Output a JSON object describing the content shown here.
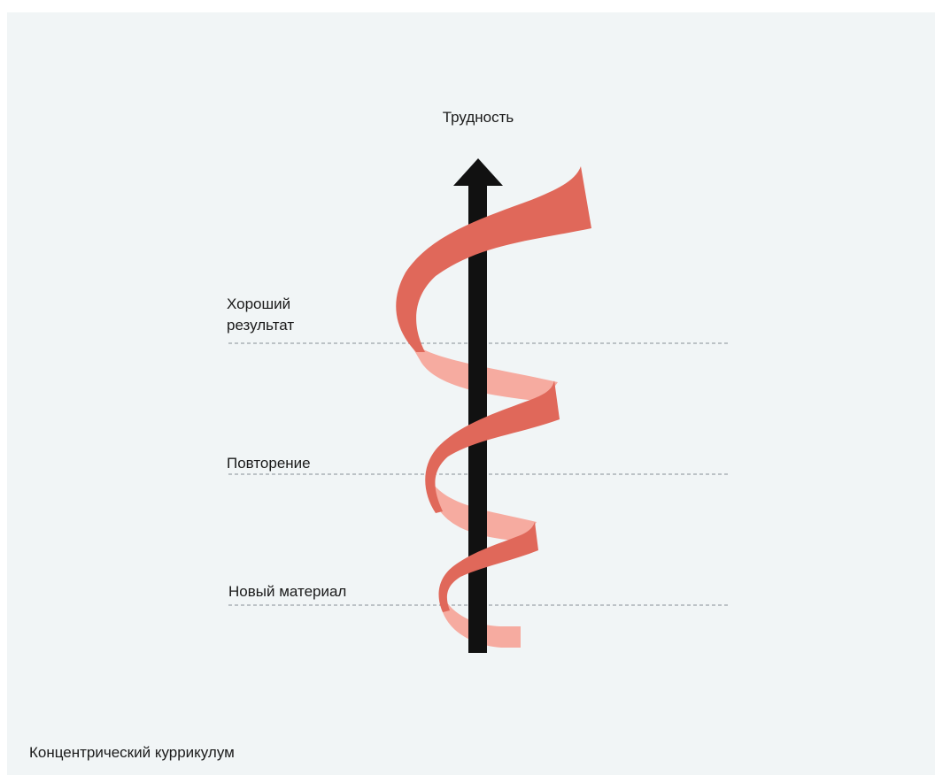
{
  "diagram": {
    "axis_title": "Трудность",
    "levels": {
      "good_result": "Хороший\nрезультат",
      "repetition": "Повторение",
      "new_material": "Новый материал"
    },
    "caption": "Концентрический куррикулум"
  },
  "colors": {
    "background": "#f1f5f6",
    "arrow": "#111111",
    "spiral_front": "#e0685a",
    "spiral_back": "#f6aba0",
    "guide_line": "#aab1b5"
  }
}
